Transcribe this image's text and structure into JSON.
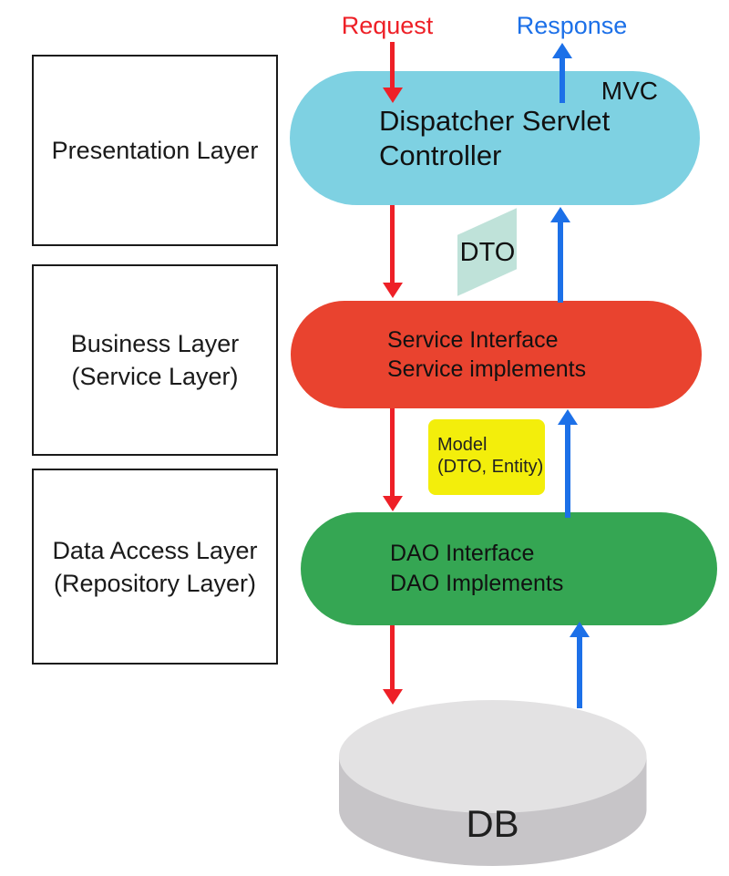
{
  "colors": {
    "flow_request_red": "#ee2027",
    "flow_response_blue": "#1c70e8",
    "controller_pill": "#7ed1e2",
    "service_pill": "#e9432f",
    "dao_pill": "#35a653",
    "dto_shape": "#bfe2d9",
    "model_box": "#f3ee0b",
    "db_top": "#e3e2e3",
    "db_side": "#c7c5c8",
    "outline_black": "#1a1a1a"
  },
  "flow": {
    "request_label": "Request",
    "response_label": "Response"
  },
  "layers": [
    {
      "id": "presentation",
      "lines": [
        "Presentation Layer"
      ]
    },
    {
      "id": "business",
      "lines": [
        "Business Layer",
        "(Service Layer)"
      ]
    },
    {
      "id": "data-access",
      "lines": [
        "Data Access Layer",
        "(Repository Layer)"
      ]
    }
  ],
  "nodes": {
    "controller": {
      "badge": "MVC",
      "lines": [
        "Dispatcher Servlet",
        "Controller"
      ]
    },
    "service": {
      "lines": [
        "Service Interface",
        "Service implements"
      ]
    },
    "dto": {
      "label": "DTO"
    },
    "model": {
      "lines": [
        "Model",
        "(DTO, Entity)"
      ]
    },
    "dao": {
      "lines": [
        "DAO Interface",
        "DAO Implements"
      ]
    },
    "db": {
      "label": "DB"
    }
  }
}
